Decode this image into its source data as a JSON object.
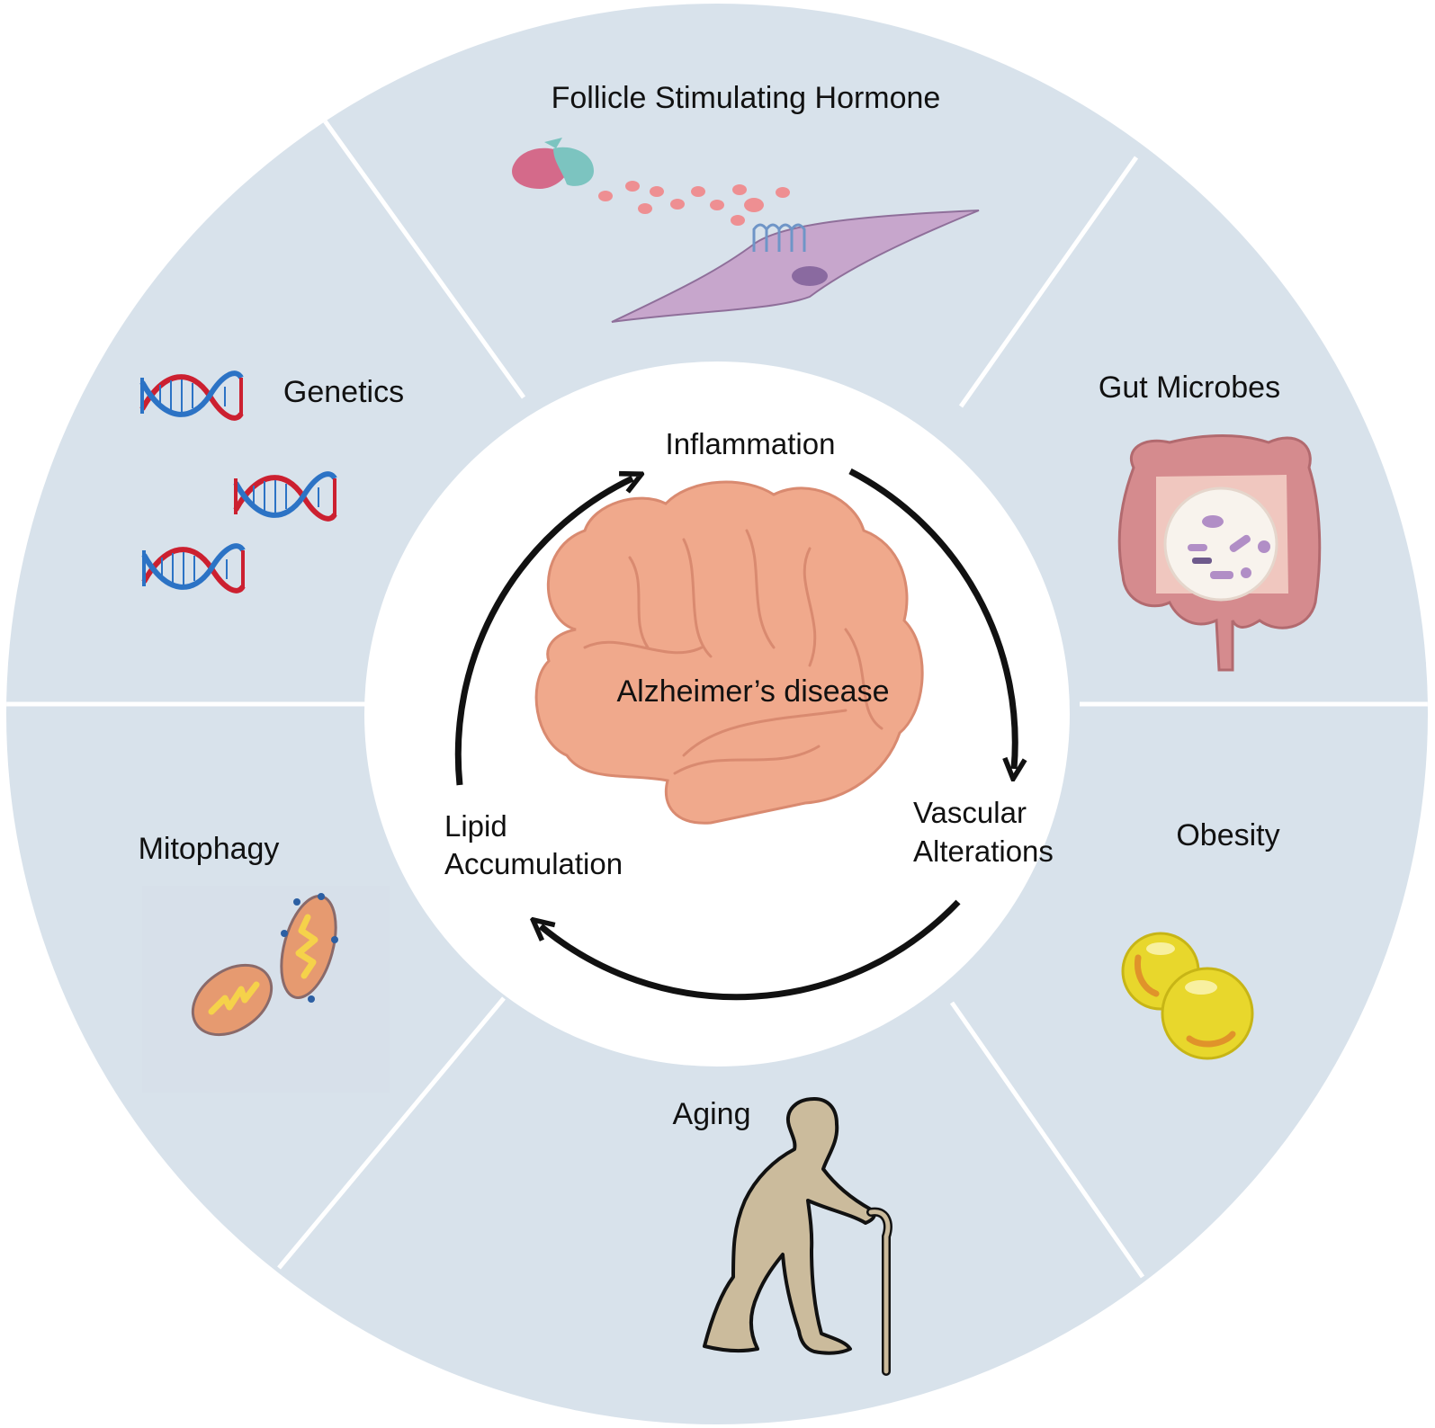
{
  "colors": {
    "ring_fill": "#d8e2eb",
    "divider": "#ffffff",
    "center_fill": "#ffffff",
    "arrow": "#111111",
    "brain": "#f0a98c",
    "brain_outline": "#d98a70",
    "dna_red": "#cc2030",
    "dna_blue": "#2c73c5",
    "cell": "#c7a6cc",
    "gut": "#d58b8e",
    "fat_cell": "#e8d72c",
    "mito_outer": "#e69a70",
    "mito_inner": "#f5d24a",
    "silhouette": "#cbbb9c"
  },
  "center": {
    "title": "Alzheimer’s disease",
    "icon": "brain-icon"
  },
  "cycle": {
    "inflammation": "Inflammation",
    "vascular_line1": "Vascular",
    "vascular_line2": "Alterations",
    "lipid_line1": "Lipid",
    "lipid_line2": "Accumulation"
  },
  "factors": {
    "fsh": {
      "label": "Follicle Stimulating Hormone",
      "icon": "hormone-receptor-cell-icon"
    },
    "gut": {
      "label": "Gut Microbes",
      "icon": "intestine-microbes-icon"
    },
    "obesity": {
      "label": "Obesity",
      "icon": "fat-cells-icon"
    },
    "aging": {
      "label": "Aging",
      "icon": "elderly-person-cane-icon"
    },
    "mitophagy": {
      "label": "Mitophagy",
      "icon": "mitochondria-icon"
    },
    "genetics": {
      "label": "Genetics",
      "icon": "dna-icon"
    }
  }
}
